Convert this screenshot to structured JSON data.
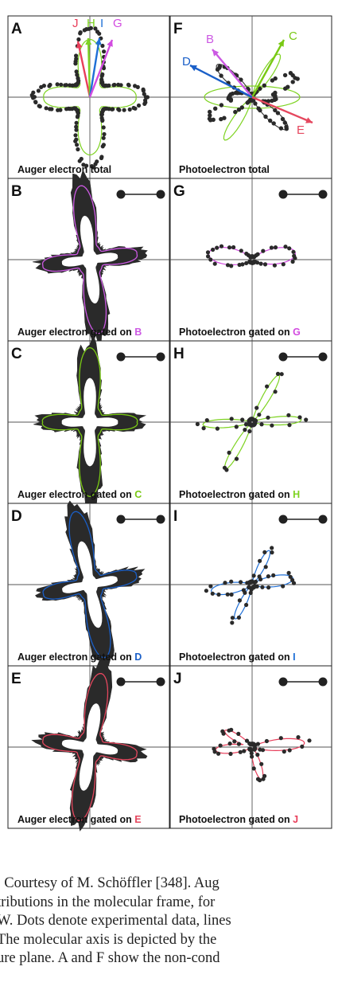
{
  "colors": {
    "J": "#e83e5a",
    "H": "#7ed321",
    "I": "#1f6fd6",
    "G": "#d24be0",
    "F_B": "#cc59e3",
    "F_C": "#79c914",
    "F_D": "#1a5fc8",
    "F_E": "#e5475e",
    "data": "#2a2a2a"
  },
  "panels": [
    {
      "letter": "A",
      "caption": "Auger electron total",
      "gate": ""
    },
    {
      "letter": "F",
      "caption": "Photoelectron total",
      "gate": ""
    },
    {
      "letter": "B",
      "caption": "Auger electron gated on ",
      "gate": "B"
    },
    {
      "letter": "G",
      "caption": "Photoelectron gated on ",
      "gate": "G"
    },
    {
      "letter": "C",
      "caption": "Auger electron gated on ",
      "gate": "C"
    },
    {
      "letter": "H",
      "caption": "Photoelectron gated on ",
      "gate": "H"
    },
    {
      "letter": "D",
      "caption": "Auger electron gated on ",
      "gate": "D"
    },
    {
      "letter": "I",
      "caption": "Photoelectron gated on ",
      "gate": "I"
    },
    {
      "letter": "E",
      "caption": "Auger electron gated on ",
      "gate": "E"
    },
    {
      "letter": "J",
      "caption": "Photoelectron gated on ",
      "gate": "J"
    }
  ],
  "arrows_A": [
    "J",
    "H",
    "I",
    "G"
  ],
  "arrows_F": [
    "B",
    "C",
    "D",
    "E"
  ],
  "caption_lines": [
    ". Courtesy of M. Schöffler [348]. Aug",
    "tributions in the molecular frame, for",
    "W. Dots denote experimental data, lines",
    "The molecular axis is depicted by the",
    "ure plane. A and F show the non-cond"
  ]
}
